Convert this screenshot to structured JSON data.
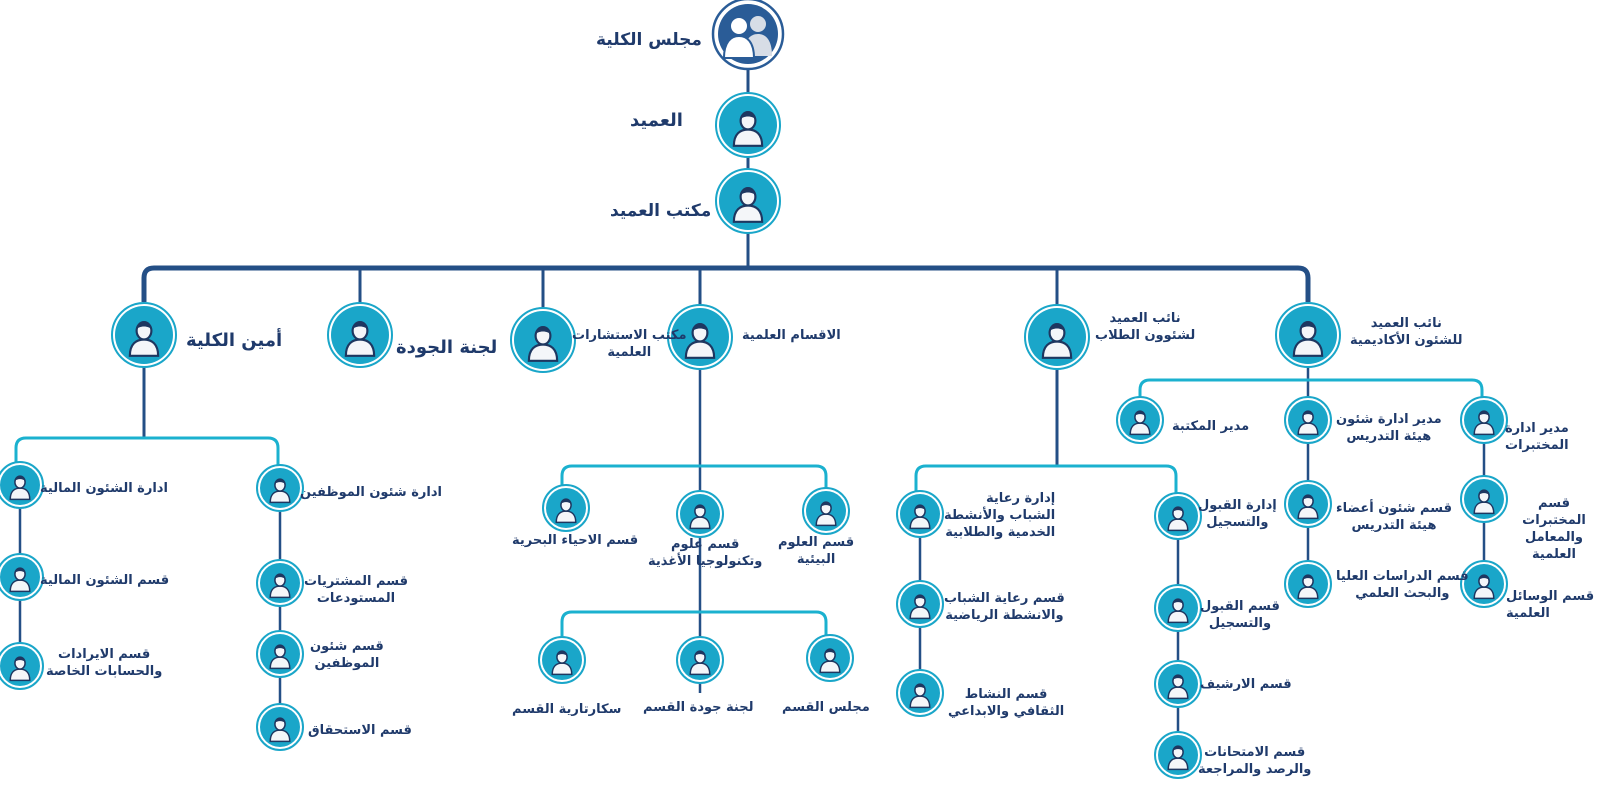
{
  "colors": {
    "dark_line": "#244f86",
    "light_line": "#1bb1cf",
    "node_fill": "#1aa6c9",
    "node_ring": "#1aa6c9",
    "person": "#1e3760",
    "label": "#1f3a6b",
    "top_node": "#2a5c97"
  },
  "icons": {
    "node": "person-icon",
    "top": "group-icon"
  },
  "nodes": {
    "council": "مجلس الكلية",
    "dean": "العميد",
    "dean_office": "مكتب العميد",
    "vd_academic": "نائب العميد\nللشئون الأكاديمية",
    "vd_students": "نائب العميد\nلشئوون الطلاب",
    "scientific_depts": "الاقسام العلمية",
    "consult_office": "مكتب الاستشارات\nالعلمية",
    "quality": "لجنة الجودة",
    "secretary": "أمين الكلية",
    "labs_mgr": "مدير ادارة المختبرات",
    "faculty_affairs_mgr": "مدير ادارة شئون\nهيئة التدريس",
    "library_mgr": "مدير المكتبة",
    "labs_dept": "قسم المختبرات\nوالمعامل العلمية",
    "aids_dept": "قسم الوسائل العلمية",
    "members_dept": "قسم شئون  أعضاء\nهيئة التدريس",
    "grad_dept": "قسم الدراسات العليا\nوالبحث العلمي",
    "admission_mgmt": "إدارة القبول\nوالتسجيل",
    "admission_dept": "قسم  القبول\nوالتسجيل",
    "archive_dept": "قسم الارشيف",
    "exams_dept": "قسم الامتحانات\nوالرصد والمراجعة",
    "youth_mgmt": "إدارة رعاية\nالشباب والأنشطة\nالخدمية والطلابية",
    "youth_sports_dept": "قسم رعاية الشباب\nوالانشطة الرياضية",
    "culture_dept": "قسم النشاط\nالثقافي والابداعي",
    "env_dept": "قسم العلوم\nالبيئية",
    "food_dept": "قسم    علوم\nوتكنولوجيا  الأغذية",
    "marine_dept": "قسم الاحياء البحرية",
    "dept_council": "مجلس القسم",
    "dept_quality": "لجنة جودة القسم",
    "dept_secretariat": "سكارتارية القسم",
    "emp_affairs_mgmt": "ادارة شئون الموظفين",
    "procurement_dept": "قسم المشتريات\nالمستودعات",
    "emp_affairs_dept": "قسم شئون\nالموظفين",
    "entitlement_dept": "قسم الاستحقاق",
    "finance_mgmt": "ادارة الشئون المالية",
    "finance_dept": "قسم الشئون المالية",
    "revenue_dept": "قسم الايرادات\nوالحسابات الخاصة"
  }
}
